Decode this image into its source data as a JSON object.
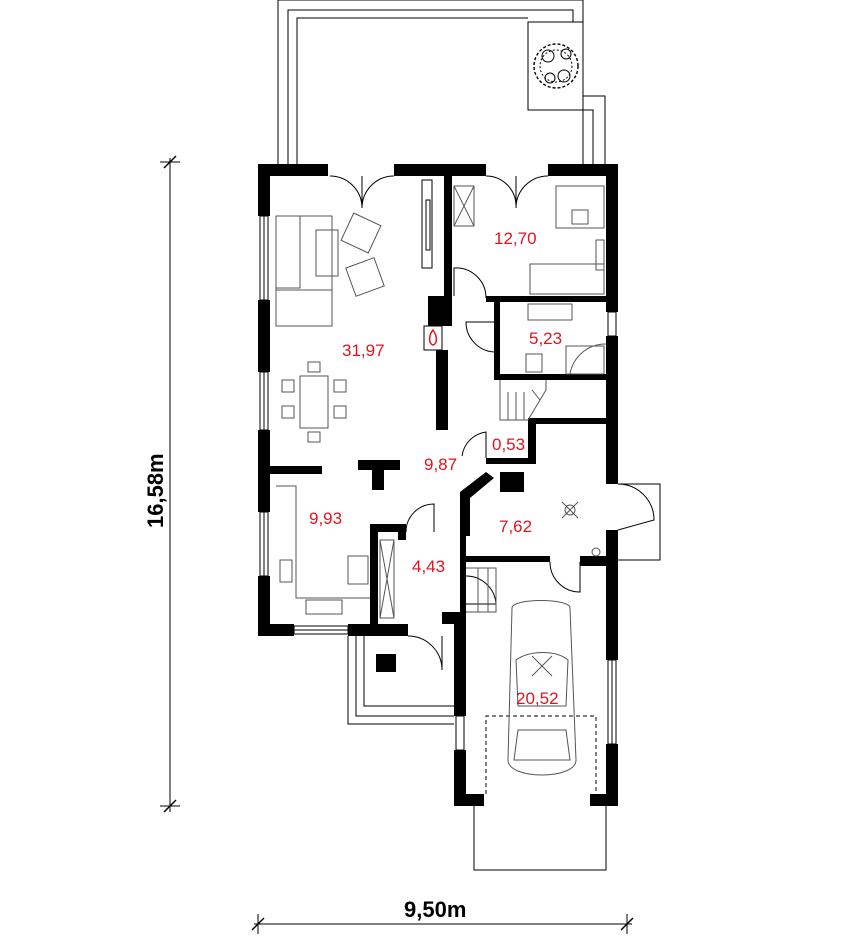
{
  "dimensions": {
    "width": "9,50m",
    "height": "16,58m"
  },
  "rooms": {
    "living": "31,97",
    "bedroom": "12,70",
    "bathroom": "5,23",
    "hall": "9,87",
    "wc": "0,53",
    "kitchen": "9,93",
    "entry": "7,62",
    "pantry": "4,43",
    "garage": "20,52"
  },
  "colors": {
    "area_label": "#e0141e",
    "walls": "#000000",
    "fireplace": "#e0141e"
  },
  "icons": {
    "fireplace": "flame-icon",
    "tree": "tree-icon",
    "car": "car-icon"
  }
}
